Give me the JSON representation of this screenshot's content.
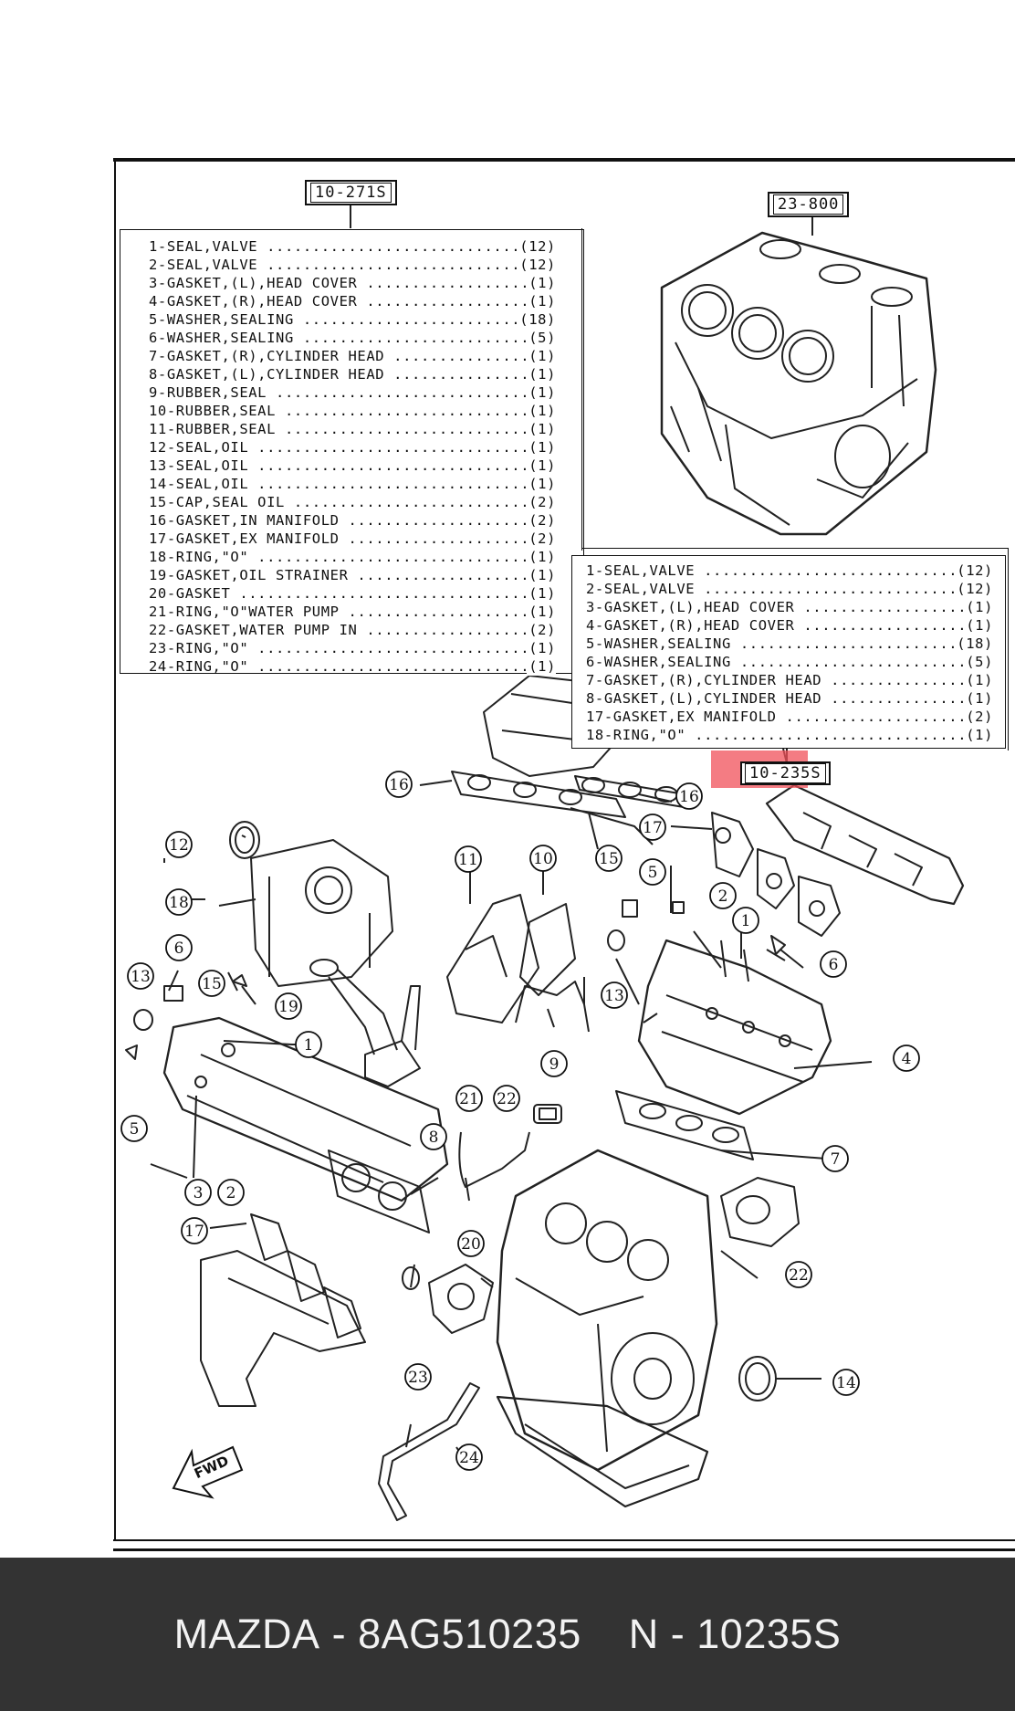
{
  "refs": {
    "kit_a": "10-271S",
    "block": "23-800",
    "kit_b": "10-235S"
  },
  "list_a": [
    {
      "label": "1-SEAL,VALVE",
      "qty": "(12)"
    },
    {
      "label": "2-SEAL,VALVE",
      "qty": "(12)"
    },
    {
      "label": "3-GASKET,(L),HEAD COVER",
      "qty": "(1)"
    },
    {
      "label": "4-GASKET,(R),HEAD COVER",
      "qty": "(1)"
    },
    {
      "label": "5-WASHER,SEALING",
      "qty": "(18)"
    },
    {
      "label": "6-WASHER,SEALING",
      "qty": "(5)"
    },
    {
      "label": "7-GASKET,(R),CYLINDER HEAD",
      "qty": "(1)"
    },
    {
      "label": "8-GASKET,(L),CYLINDER HEAD",
      "qty": "(1)"
    },
    {
      "label": "9-RUBBER,SEAL",
      "qty": "(1)"
    },
    {
      "label": "10-RUBBER,SEAL",
      "qty": "(1)"
    },
    {
      "label": "11-RUBBER,SEAL",
      "qty": "(1)"
    },
    {
      "label": "12-SEAL,OIL",
      "qty": "(1)"
    },
    {
      "label": "13-SEAL,OIL",
      "qty": "(1)"
    },
    {
      "label": "14-SEAL,OIL",
      "qty": "(1)"
    },
    {
      "label": "15-CAP,SEAL OIL",
      "qty": "(2)"
    },
    {
      "label": "16-GASKET,IN MANIFOLD",
      "qty": "(2)"
    },
    {
      "label": "17-GASKET,EX MANIFOLD",
      "qty": "(2)"
    },
    {
      "label": "18-RING,\"O\"",
      "qty": "(1)"
    },
    {
      "label": "19-GASKET,OIL STRAINER",
      "qty": "(1)"
    },
    {
      "label": "20-GASKET",
      "qty": "(1)"
    },
    {
      "label": "21-RING,\"O\"WATER PUMP",
      "qty": "(1)"
    },
    {
      "label": "22-GASKET,WATER PUMP IN",
      "qty": "(2)"
    },
    {
      "label": "23-RING,\"O\"",
      "qty": "(1)"
    },
    {
      "label": "24-RING,\"O\"",
      "qty": "(1)"
    }
  ],
  "list_b": [
    {
      "label": "1-SEAL,VALVE",
      "qty": "(12)"
    },
    {
      "label": "2-SEAL,VALVE",
      "qty": "(12)"
    },
    {
      "label": "3-GASKET,(L),HEAD COVER",
      "qty": "(1)"
    },
    {
      "label": "4-GASKET,(R),HEAD COVER",
      "qty": "(1)"
    },
    {
      "label": "5-WASHER,SEALING",
      "qty": "(18)"
    },
    {
      "label": "6-WASHER,SEALING",
      "qty": "(5)"
    },
    {
      "label": "7-GASKET,(R),CYLINDER HEAD",
      "qty": "(1)"
    },
    {
      "label": "8-GASKET,(L),CYLINDER HEAD",
      "qty": "(1)"
    },
    {
      "label": "17-GASKET,EX MANIFOLD",
      "qty": "(2)"
    },
    {
      "label": "18-RING,\"O\"",
      "qty": "(1)"
    }
  ],
  "callouts": [
    "1",
    "2",
    "3",
    "4",
    "5",
    "6",
    "7",
    "8",
    "9",
    "10",
    "11",
    "12",
    "13",
    "14",
    "15",
    "16",
    "17",
    "18",
    "19",
    "20",
    "21",
    "22",
    "23",
    "24"
  ],
  "fwd_label": "FWD",
  "footer": {
    "brand": "MAZDA",
    "part_number": "8AG510235",
    "code": "N - 10235S"
  },
  "colors": {
    "highlight": "#f0505a",
    "footer_bg": "#333333"
  }
}
